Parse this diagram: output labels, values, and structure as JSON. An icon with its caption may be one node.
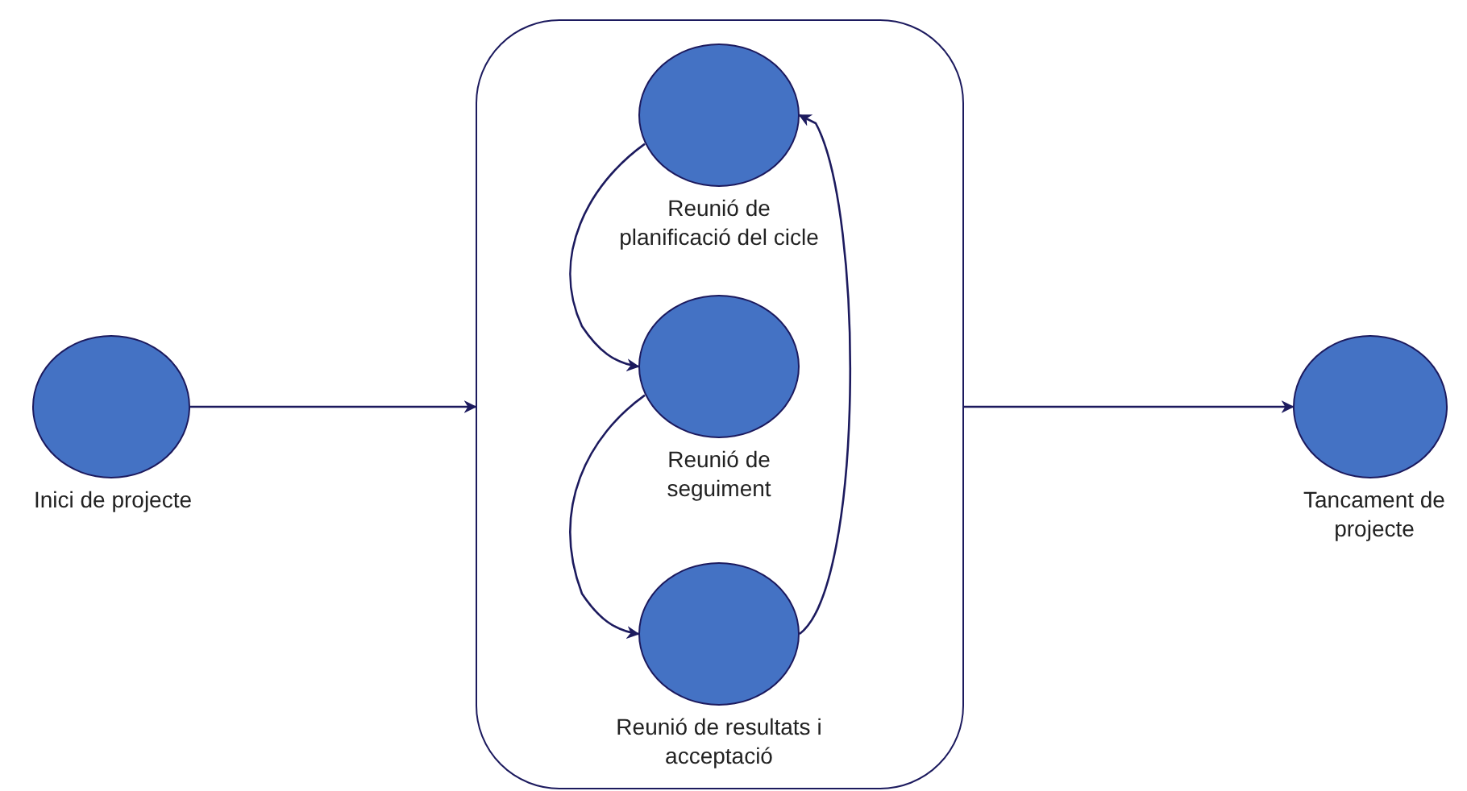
{
  "diagram": {
    "nodes": [
      {
        "text": [
          "Inici de projecte"
        ]
      },
      {
        "text": [],
        "shape": "box"
      },
      {
        "text": [
          "Reunió de planificació del cicle"
        ],
        "in": 1
      },
      {
        "text": [
          "Reunió de seguiment"
        ],
        "in": 1
      },
      {
        "text": [
          "Reunió de resultats i acceptació"
        ],
        "in": 1
      },
      {
        "text": [
          "Tancament de projecte"
        ]
      }
    ],
    "edges": [
      {
        "from": 0,
        "to": 1,
        "arrow": "to"
      },
      {
        "from": 1,
        "to": 5,
        "arrow": "to"
      },
      {
        "from": 2,
        "to": 3,
        "arrow": "to"
      },
      {
        "from": 3,
        "to": 4,
        "arrow": "to"
      },
      {
        "from": 4,
        "to": 2,
        "arrow": "to"
      }
    ]
  }
}
